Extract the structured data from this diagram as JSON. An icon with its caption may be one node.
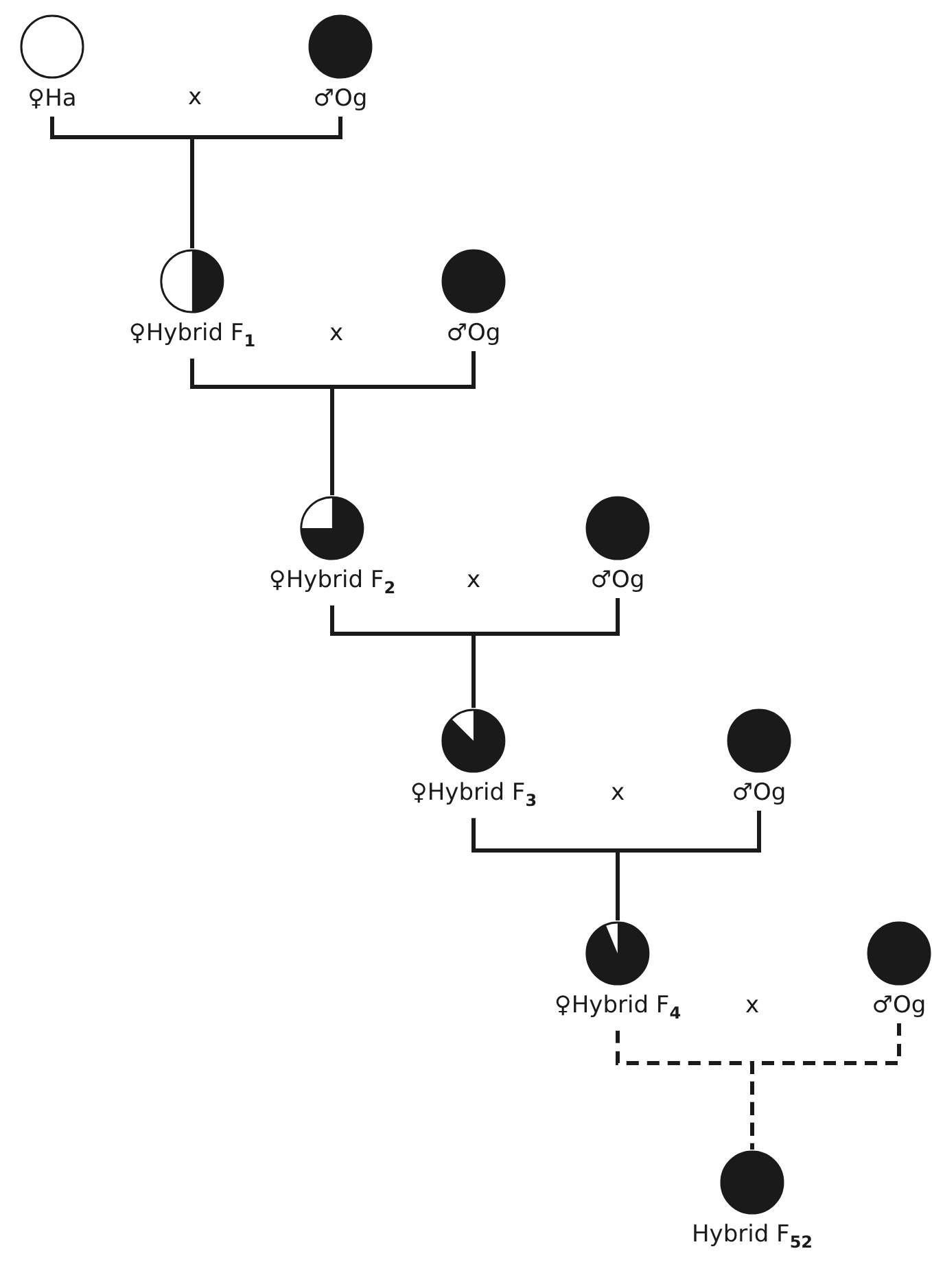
{
  "diagram": {
    "nodes": [
      {
        "text": [
          "♀Ha"
        ]
      },
      {
        "text": [
          "♂Og"
        ]
      },
      {
        "text": [
          "♀Hybrid F$_{1}$"
        ]
      },
      {
        "text": [
          "♂Og"
        ]
      },
      {
        "text": [
          "♀Hybrid F$_{2}$"
        ]
      },
      {
        "text": [
          "♂Og"
        ]
      },
      {
        "text": [
          "♀Hybrid F$_{3}$"
        ]
      },
      {
        "text": [
          "♂Og"
        ]
      },
      {
        "text": [
          "♀Hybrid F$_{4}$"
        ]
      },
      {
        "text": [
          "♂Og"
        ]
      },
      {
        "text": [
          "Hybrid F$_{52}$"
        ]
      }
    ],
    "edges": [
      {
        "from": 0,
        "to": 2,
        "arrow": "none"
      },
      {
        "from": 1,
        "to": 2,
        "arrow": "none"
      },
      {
        "from": 2,
        "to": 4,
        "arrow": "none"
      },
      {
        "from": 3,
        "to": 4,
        "arrow": "none"
      },
      {
        "from": 4,
        "to": 6,
        "arrow": "none"
      },
      {
        "from": 5,
        "to": 6,
        "arrow": "none"
      },
      {
        "from": 6,
        "to": 8,
        "arrow": "none"
      },
      {
        "from": 7,
        "to": 8,
        "arrow": "none"
      },
      {
        "from": 8,
        "to": 10,
        "arrow": "none",
        "style": "dashed"
      },
      {
        "from": 9,
        "to": 10,
        "arrow": "none",
        "style": "dashed"
      }
    ],
    "labels": [
      "x",
      "x",
      "x",
      "x",
      "x"
    ]
  }
}
